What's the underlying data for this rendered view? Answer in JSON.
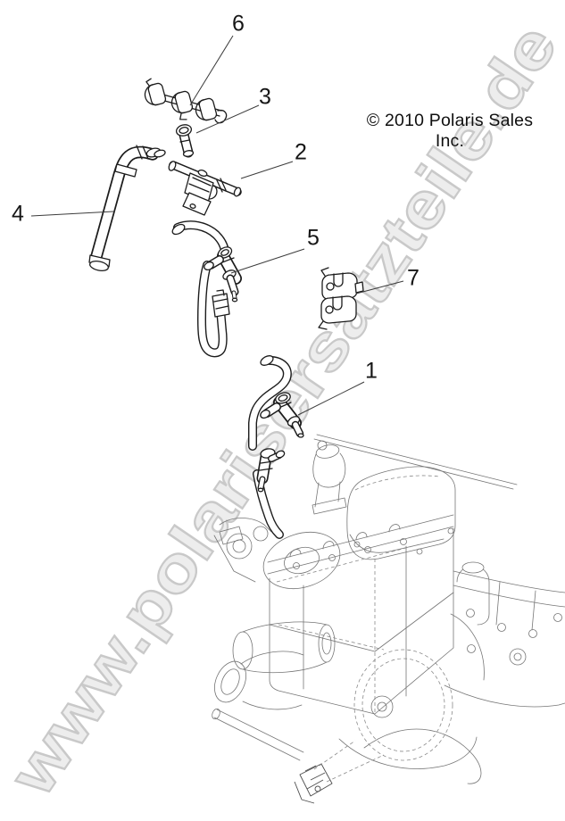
{
  "copyright": "© 2010 Polaris Sales Inc.",
  "watermark": "www.polarisersatzteile.de",
  "callouts": [
    {
      "number": "1"
    },
    {
      "number": "2"
    },
    {
      "number": "3"
    },
    {
      "number": "4"
    },
    {
      "number": "5"
    },
    {
      "number": "6"
    },
    {
      "number": "7"
    }
  ],
  "colors": {
    "part_line": "#1c1c1c",
    "engine_line": "#757575",
    "leader_line": "#3c3c3c",
    "watermark_fill": "#ededed",
    "watermark_stroke": "#c9c9c9",
    "background": "#ffffff"
  }
}
